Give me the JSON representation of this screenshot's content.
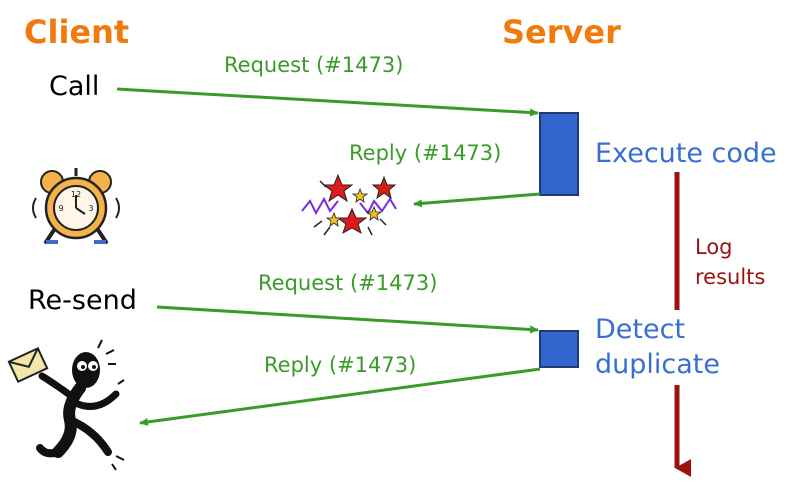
{
  "headings": {
    "client": "Client",
    "server": "Server"
  },
  "client": {
    "call": "Call",
    "resend": "Re-send"
  },
  "messages": {
    "request_1": "Request (#1473)",
    "reply_1": "Reply (#1473)",
    "request_2": "Request (#1473)",
    "reply_2": "Reply (#1473)"
  },
  "server": {
    "execute": "Execute code",
    "detect_line1": "Detect",
    "detect_line2": "duplicate"
  },
  "log": {
    "line1": "Log",
    "line2": "results"
  },
  "colors": {
    "heading": "#f07b0c",
    "message_arrow": "#3a9a2a",
    "server_box": "#3366cc",
    "server_text": "#3a6fd0",
    "log_arrow": "#9e1111"
  },
  "icons": {
    "alarm": "alarm-clock-icon",
    "explosion": "explosion-icon",
    "person": "running-person-with-letter-icon"
  }
}
